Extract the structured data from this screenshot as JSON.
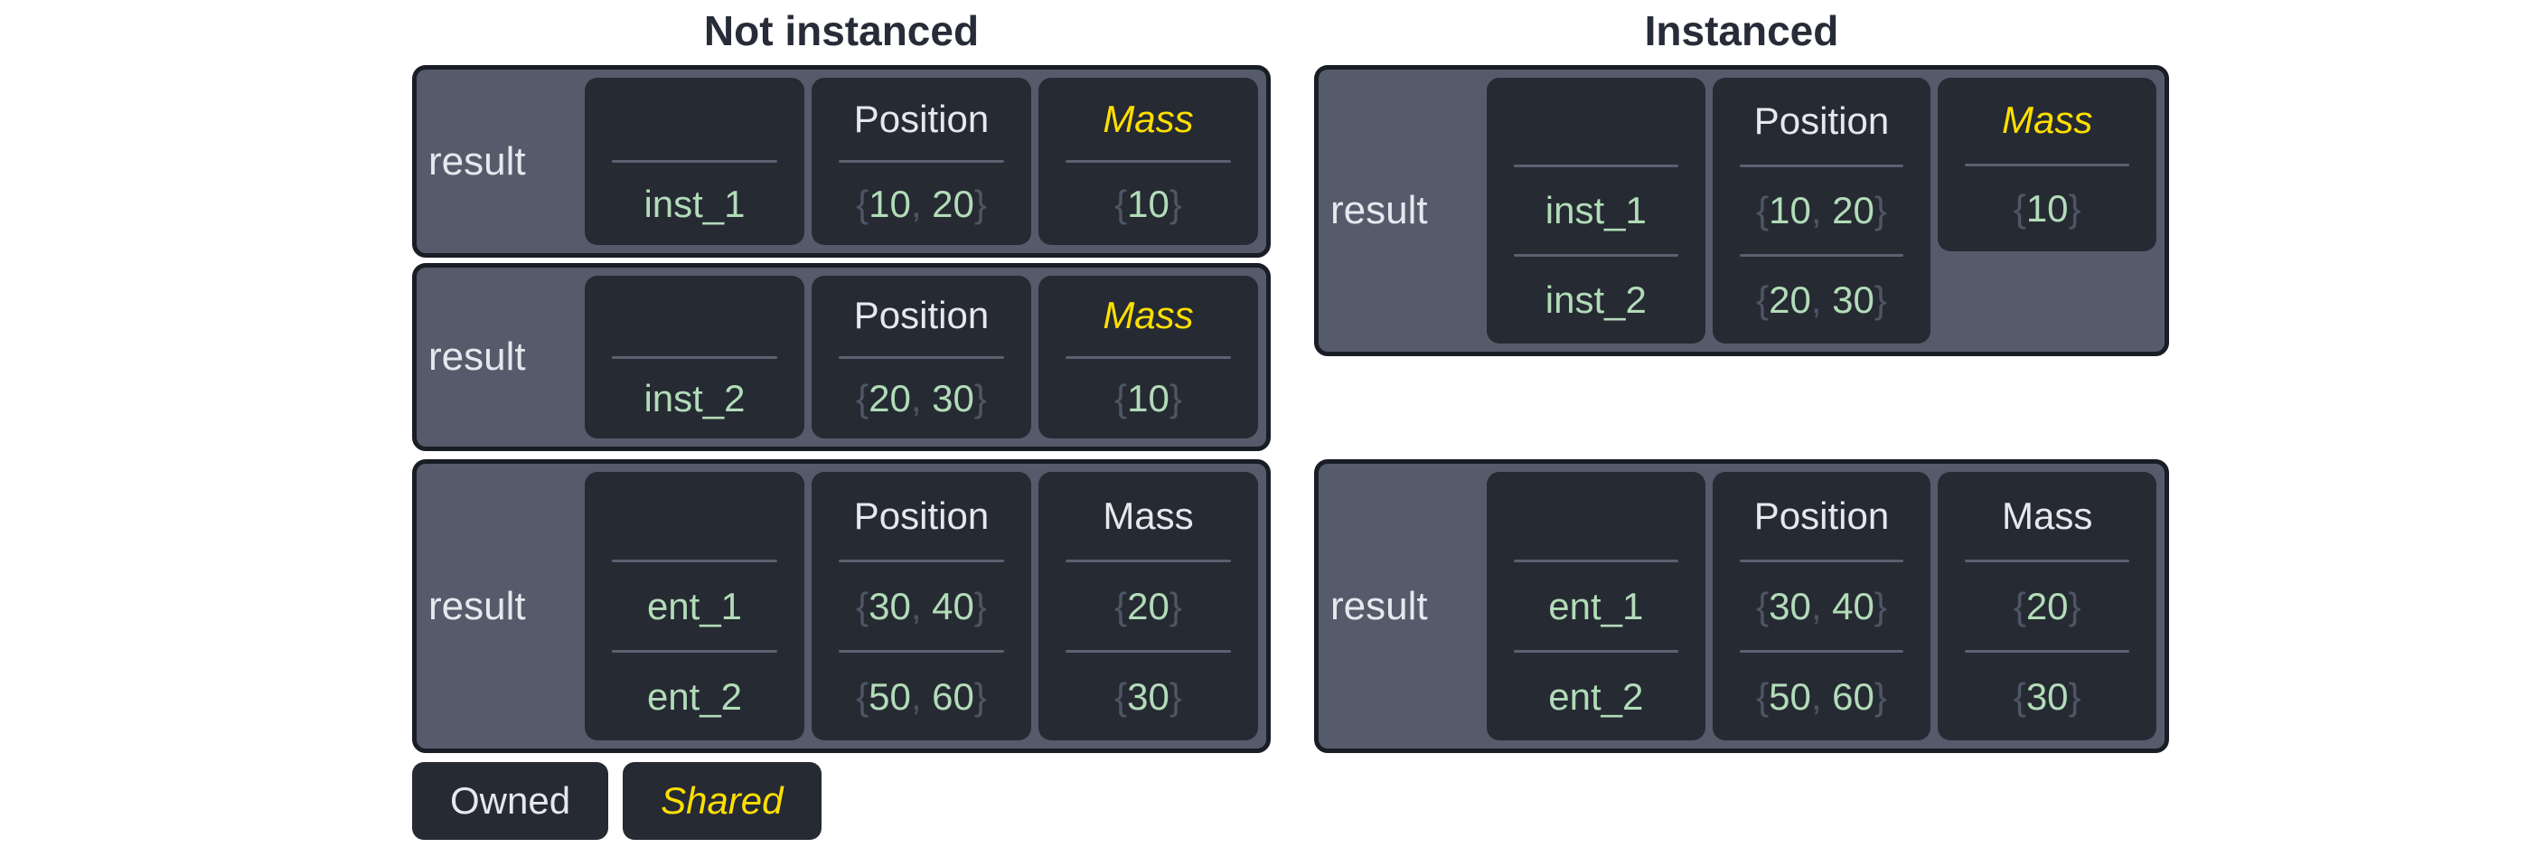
{
  "titles": {
    "not_instanced": "Not instanced",
    "instanced": "Instanced"
  },
  "punct": {
    "open": "{",
    "close": "}",
    "comma": ", "
  },
  "legend": {
    "owned": "Owned",
    "shared": "Shared"
  },
  "colors": {
    "title_text": "#272c38",
    "box_fill": "#555b6a",
    "box_border": "#191d25",
    "cell_fill": "#262a33",
    "divider": "#5a6170",
    "owned_text": "#e6e8ee",
    "shared_text": "#ffdf00",
    "value_green": "#b2dcb8",
    "punct_gray": "#4e5564"
  },
  "boxes": {
    "ni1": {
      "result": "result",
      "entity_header": "",
      "entities": [
        "inst_1"
      ],
      "position": {
        "header": "Position",
        "values": [
          [
            "10",
            "20"
          ]
        ]
      },
      "mass": {
        "header": "Mass",
        "shared": true,
        "values": [
          "10"
        ]
      }
    },
    "ni2": {
      "result": "result",
      "entity_header": "",
      "entities": [
        "inst_2"
      ],
      "position": {
        "header": "Position",
        "values": [
          [
            "20",
            "30"
          ]
        ]
      },
      "mass": {
        "header": "Mass",
        "shared": true,
        "values": [
          "10"
        ]
      }
    },
    "ni3": {
      "result": "result",
      "entity_header": "",
      "entities": [
        "ent_1",
        "ent_2"
      ],
      "position": {
        "header": "Position",
        "values": [
          [
            "30",
            "40"
          ],
          [
            "50",
            "60"
          ]
        ]
      },
      "mass": {
        "header": "Mass",
        "shared": false,
        "values": [
          "20",
          "30"
        ]
      }
    },
    "i1": {
      "result": "result",
      "entity_header": "",
      "entities": [
        "inst_1",
        "inst_2"
      ],
      "position": {
        "header": "Position",
        "values": [
          [
            "10",
            "20"
          ],
          [
            "20",
            "30"
          ]
        ]
      },
      "mass": {
        "header": "Mass",
        "shared": true,
        "values": [
          "10"
        ]
      }
    },
    "i2": {
      "result": "result",
      "entity_header": "",
      "entities": [
        "ent_1",
        "ent_2"
      ],
      "position": {
        "header": "Position",
        "values": [
          [
            "30",
            "40"
          ],
          [
            "50",
            "60"
          ]
        ]
      },
      "mass": {
        "header": "Mass",
        "shared": false,
        "values": [
          "20",
          "30"
        ]
      }
    }
  }
}
